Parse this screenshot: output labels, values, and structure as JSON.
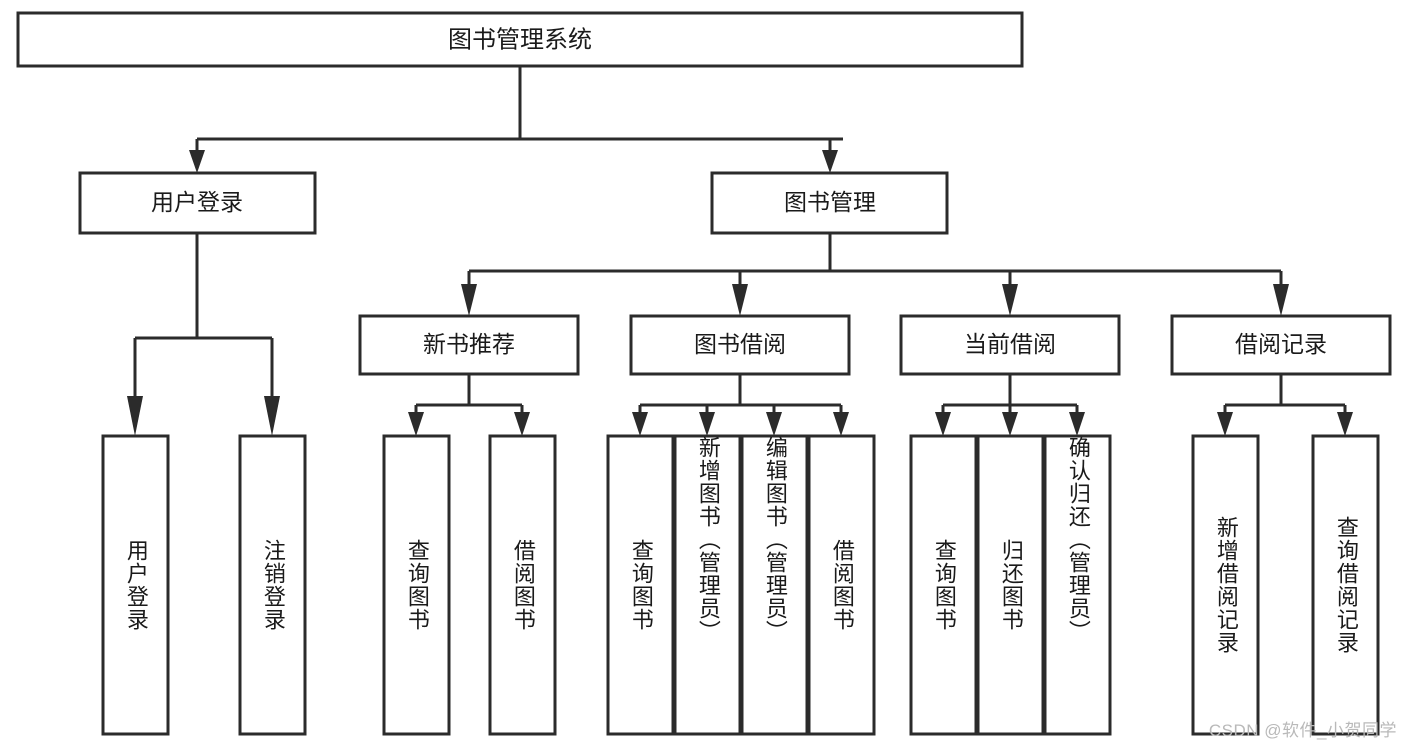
{
  "diagram": {
    "type": "tree-hierarchy",
    "orientation": "top-down",
    "root": {
      "id": "root",
      "label": "图书管理系统"
    },
    "level1": [
      {
        "id": "n-user-login",
        "label": "用户登录"
      },
      {
        "id": "n-book-manage",
        "label": "图书管理"
      }
    ],
    "level2": [
      {
        "id": "n-new-book-rec",
        "label": "新书推荐",
        "parent": "n-book-manage"
      },
      {
        "id": "n-book-borrow",
        "label": "图书借阅",
        "parent": "n-book-manage"
      },
      {
        "id": "n-current-borrow",
        "label": "当前借阅",
        "parent": "n-book-manage"
      },
      {
        "id": "n-borrow-record",
        "label": "借阅记录",
        "parent": "n-book-manage"
      }
    ],
    "leaves": [
      {
        "id": "leaf-user-login",
        "label": "用户登录",
        "parent": "n-user-login"
      },
      {
        "id": "leaf-logout-login",
        "label": "注销登录",
        "parent": "n-user-login"
      },
      {
        "id": "leaf-query-book-1",
        "label": "查询图书",
        "parent": "n-new-book-rec"
      },
      {
        "id": "leaf-borrow-book-1",
        "label": "借阅图书",
        "parent": "n-new-book-rec"
      },
      {
        "id": "leaf-query-book-2",
        "label": "查询图书",
        "parent": "n-book-borrow"
      },
      {
        "id": "leaf-add-book",
        "label": "新增图书（管理员）",
        "parent": "n-book-borrow"
      },
      {
        "id": "leaf-edit-book",
        "label": "编辑图书（管理员）",
        "parent": "n-book-borrow"
      },
      {
        "id": "leaf-borrow-book-2",
        "label": "借阅图书",
        "parent": "n-book-borrow"
      },
      {
        "id": "leaf-query-book-3",
        "label": "查询图书",
        "parent": "n-current-borrow"
      },
      {
        "id": "leaf-return-book",
        "label": "归还图书",
        "parent": "n-current-borrow"
      },
      {
        "id": "leaf-confirm-return",
        "label": "确认归还（管理员）",
        "parent": "n-current-borrow"
      },
      {
        "id": "leaf-add-record",
        "label": "新增借阅记录",
        "parent": "n-borrow-record"
      },
      {
        "id": "leaf-query-record",
        "label": "查询借阅记录",
        "parent": "n-borrow-record"
      }
    ],
    "colors": {
      "stroke": "#2b2b2b",
      "fill": "#ffffff",
      "text": "#1a1a1a",
      "watermark": "#b9b9b9"
    }
  },
  "watermark": {
    "text": "CSDN @软件_小贺同学"
  }
}
